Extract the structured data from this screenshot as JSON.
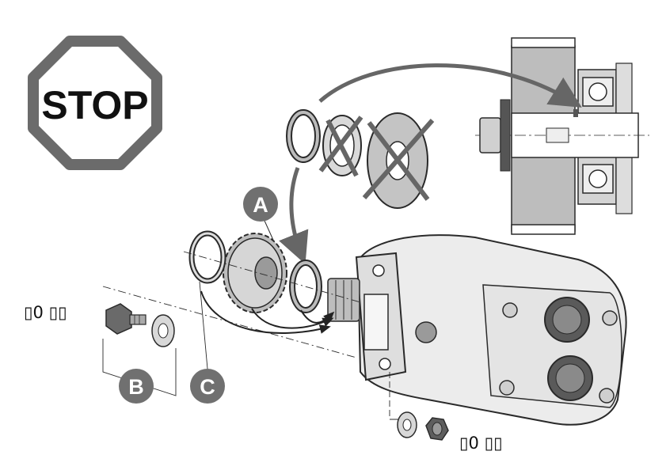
{
  "stop_sign": {
    "text": "STOP",
    "fill_color": "#6b6b6b",
    "text_color": "#111111"
  },
  "callouts": {
    "a": {
      "letter": "A"
    },
    "b": {
      "letter": "B"
    },
    "c": {
      "letter": "C"
    },
    "badge_color": "#707070",
    "letter_color": "#ffffff"
  },
  "torque_labels": {
    "bolt": "▯0 ▯▯",
    "nut": "▯0 ▯▯"
  },
  "colors": {
    "line": "#2a2a2a",
    "arrow": "#666666",
    "body_fill": "#ececec",
    "body_shade": "#cfcfcf",
    "dark_part": "#5a5a5a",
    "mid_part": "#a9a9a9"
  }
}
